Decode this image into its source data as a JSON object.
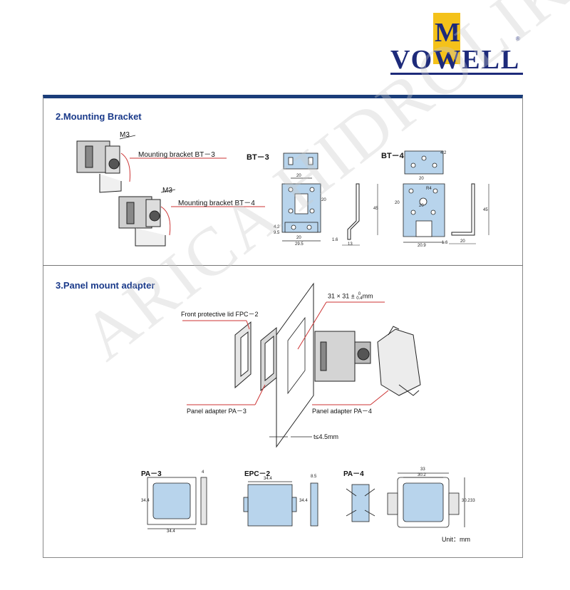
{
  "logo": {
    "text": "VOWELL",
    "mark": "M",
    "registered": "®"
  },
  "watermark": "ARICA HIDROLIK",
  "section2": {
    "title": "2.Mounting Bracket",
    "m3_a": "M3",
    "label_bt3": "Mounting bracket BT－3",
    "m3_b": "M3",
    "label_bt4": "Mounting bracket BT－4",
    "bt3": "BT－3",
    "bt4": "BT－4",
    "bt3_dims": {
      "w1": "20",
      "h1": "20",
      "w2": "20",
      "w3": "29.5",
      "s1": "4.2",
      "s2": "9.5",
      "h2": "45",
      "t": "1.6",
      "d": "13"
    },
    "bt4_dims": {
      "w1": "20",
      "h1": "4.2",
      "w2": "20",
      "h2": "20",
      "w3": "20.9",
      "h3": "45",
      "t": "1.6",
      "d": "20",
      "r": "R4"
    }
  },
  "section3": {
    "title": "3.Panel mount adapter",
    "epc": "Front protective lid FPC－2",
    "cutout": "31 × 31 ± ",
    "tol_top": "0",
    "tol_bot": "0.4",
    "cutout_unit": "mm",
    "pa3": "Panel adapter PA－3",
    "pa4": "Panel adapter PA－4",
    "thickness": "t≤4.5mm",
    "views": {
      "pa3": {
        "name": "PA－3",
        "side": "4",
        "h": "34.4",
        "w": "34.4"
      },
      "epc2": {
        "name": "EPC－2",
        "w": "34.4",
        "side": "8.5",
        "h": "34.4"
      },
      "pa4": {
        "name": "PA－4",
        "w1": "33",
        "w2": "30.2",
        "h1": "30.2",
        "h2": "33"
      }
    },
    "unit": "Unit：mm"
  }
}
